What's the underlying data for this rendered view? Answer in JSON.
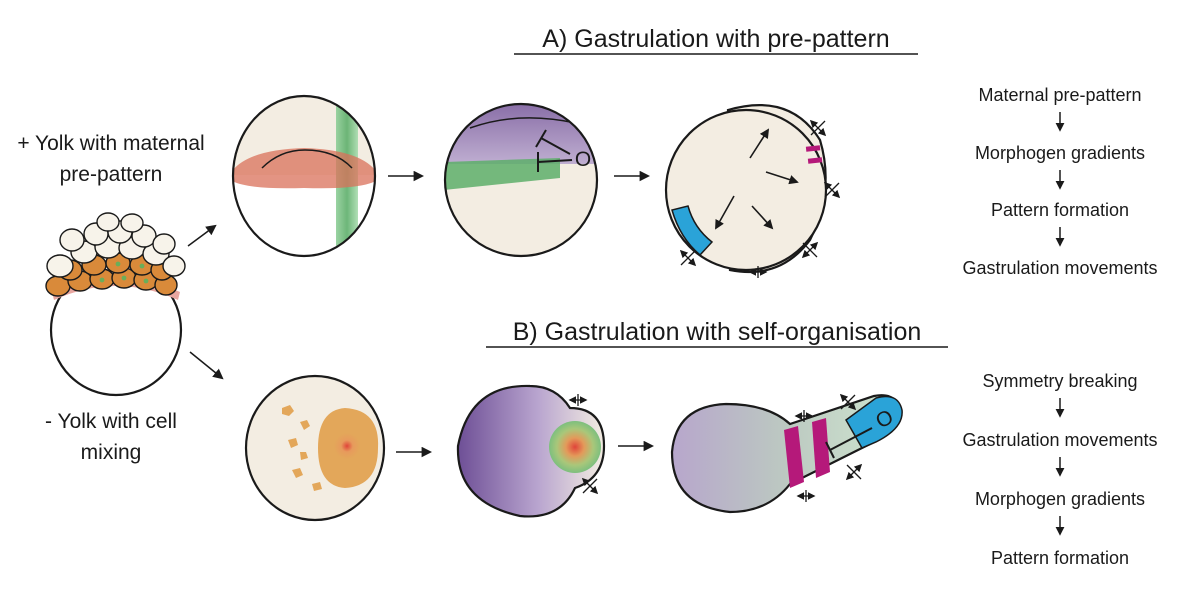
{
  "title_a": "A) Gastrulation with pre-pattern",
  "title_b": "B) Gastrulation with self-organisation",
  "label_yolk_pre": [
    "+ Yolk with maternal",
    "pre-pattern"
  ],
  "label_yolk_mix": [
    "- Yolk with cell",
    "mixing"
  ],
  "flow_a": [
    "Maternal pre-pattern",
    "Morphogen gradients",
    "Pattern formation",
    "Gastrulation movements"
  ],
  "flow_b": [
    "Symmetry breaking",
    "Gastrulation movements",
    "Morphogen gradients",
    "Pattern formation"
  ],
  "inhibit_symbol": "O",
  "colors": {
    "outline": "#1a1a1a",
    "egg_fill": "#f3ede2",
    "purple": "#7a5c9e",
    "green": "#5dae6a",
    "red_band": "#d9705a",
    "orange_cells": "#d98a3a",
    "magenta": "#b5197a",
    "cyan": "#2aa3d8"
  }
}
